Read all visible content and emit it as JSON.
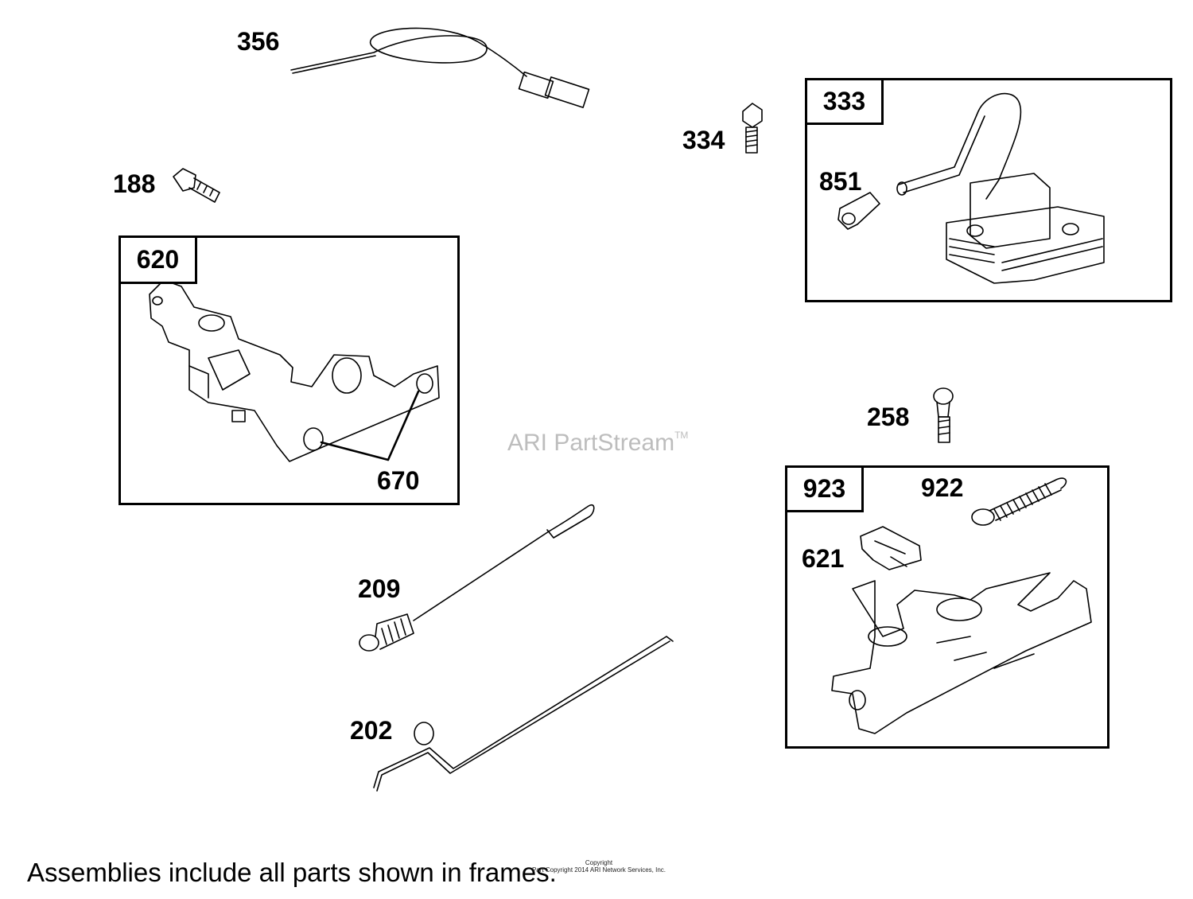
{
  "callouts": {
    "p356": "356",
    "p334": "334",
    "p188": "188",
    "p851": "851",
    "p670": "670",
    "p258": "258",
    "p922": "922",
    "p621": "621",
    "p209": "209",
    "p202": "202"
  },
  "frames": {
    "f620": "620",
    "f333": "333",
    "f923": "923"
  },
  "watermark": {
    "text": "ARI PartStream",
    "tm": "TM"
  },
  "footer": {
    "text": "Assemblies include all parts shown in frames."
  },
  "copyright": {
    "line1": "Copyright",
    "line2": "Part Copyright 2014 ARI Network Services, Inc."
  }
}
